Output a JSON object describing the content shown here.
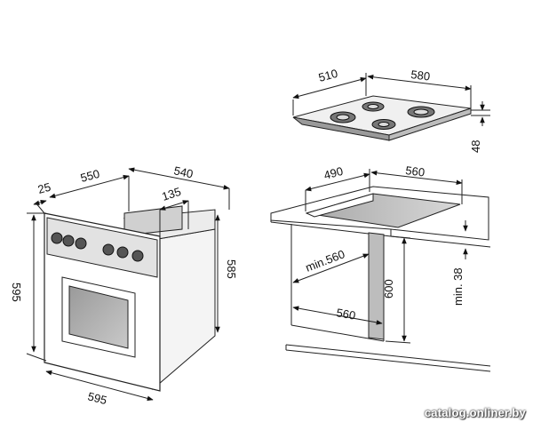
{
  "oven": {
    "depth_total": "550",
    "front_thickness": "25",
    "width_top": "540",
    "vent_depth": "135",
    "height_total": "595",
    "height_body": "585",
    "width_bottom": "595"
  },
  "hob": {
    "depth": "510",
    "width": "580",
    "height": "48"
  },
  "cutout": {
    "depth": "490",
    "width": "560",
    "niche_depth": "min.560",
    "niche_width": "560",
    "niche_height": "600",
    "worktop_gap": "min. 38"
  },
  "watermark": "catalog.onliner.by"
}
